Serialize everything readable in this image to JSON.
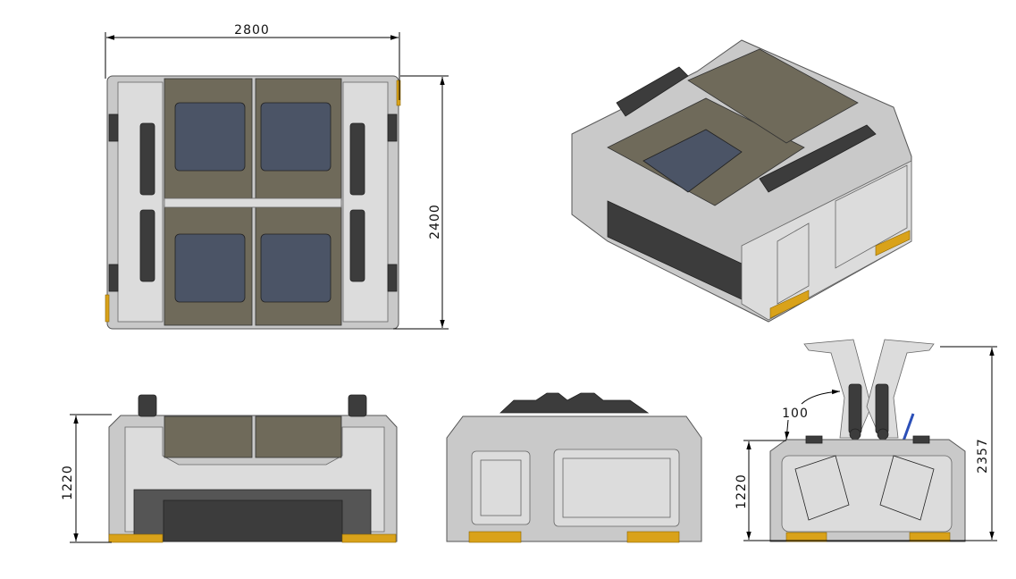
{
  "dimensions": {
    "top_width": "2800",
    "top_height": "2400",
    "front_height": "1220",
    "end_height": "1220",
    "end_total_height": "2357",
    "lid_offset": "100"
  },
  "colors": {
    "body": "#c9c9c9",
    "dark_parts": "#3c3c3c",
    "glass": "#6f6a5a",
    "window": "#4b5466",
    "feet": "#d9a21a",
    "handle": "#2b4fb8"
  }
}
